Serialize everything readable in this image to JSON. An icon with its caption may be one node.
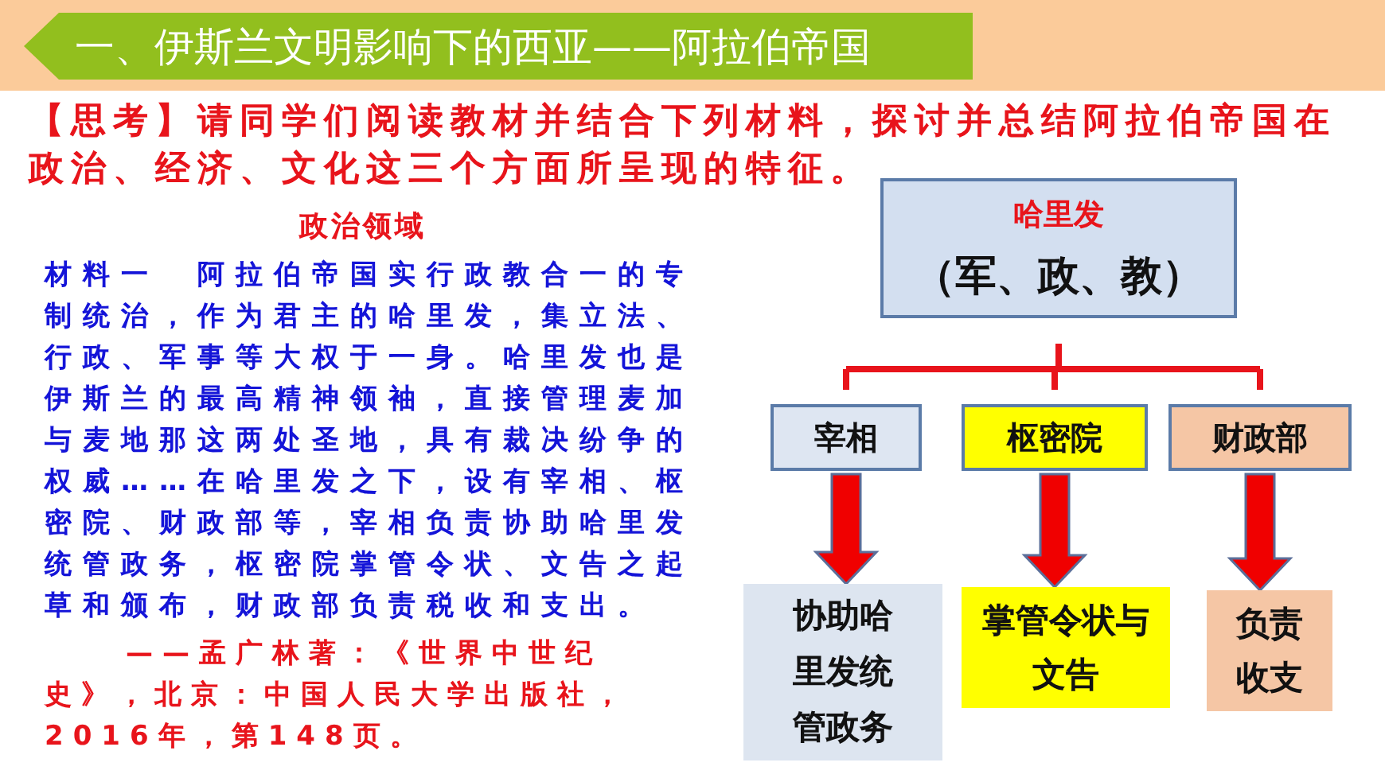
{
  "diagram": {
    "title": "一、伊斯兰文明影响下的西亚——阿拉伯帝国",
    "nodes": [
      {
        "text": [
          "哈里发",
          "（军、政、教）"
        ]
      },
      {
        "text": [
          "宰相"
        ]
      },
      {
        "text": [
          "枢密院"
        ]
      },
      {
        "text": [
          "财政部"
        ]
      },
      {
        "text": [
          "协助哈里发统管政务"
        ]
      },
      {
        "text": [
          "掌管令状与文告"
        ]
      },
      {
        "text": [
          "负责收支"
        ]
      }
    ],
    "edges": [
      {
        "from": 0,
        "to": 1,
        "arrow": "none"
      },
      {
        "from": 0,
        "to": 2,
        "arrow": "none"
      },
      {
        "from": 0,
        "to": 3,
        "arrow": "none"
      },
      {
        "from": 1,
        "to": 4,
        "arrow": "to",
        "style": "thick"
      },
      {
        "from": 2,
        "to": 5,
        "arrow": "to",
        "style": "thick"
      },
      {
        "from": 3,
        "to": 6,
        "arrow": "to",
        "style": "thick"
      }
    ],
    "labels": [
      "【思考】请同学们阅读教材并结合下列材料，探讨并总结阿拉伯帝国在政治、经济、文化这三个方面所呈现的特征。",
      "政治领域",
      "材料一　阿拉伯帝国实行政教合一的专制统治，作为君主的哈里发，集立法、行政、军事等大权于一身。哈里发也是伊斯兰的最高精神领袖，直接管理麦加与麦地那这两处圣地，具有裁决纷争的权威……在哈里发之下，设有宰相、枢密院、财政部等，宰相负责协助哈里发统管政务，枢密院掌管令状、文告之起草和颁布，财政部负责税收和支出。",
      "——孟广林著：《世界中世纪史》，北京：中国人民大学出版社，2016年，第148页。"
    ]
  }
}
